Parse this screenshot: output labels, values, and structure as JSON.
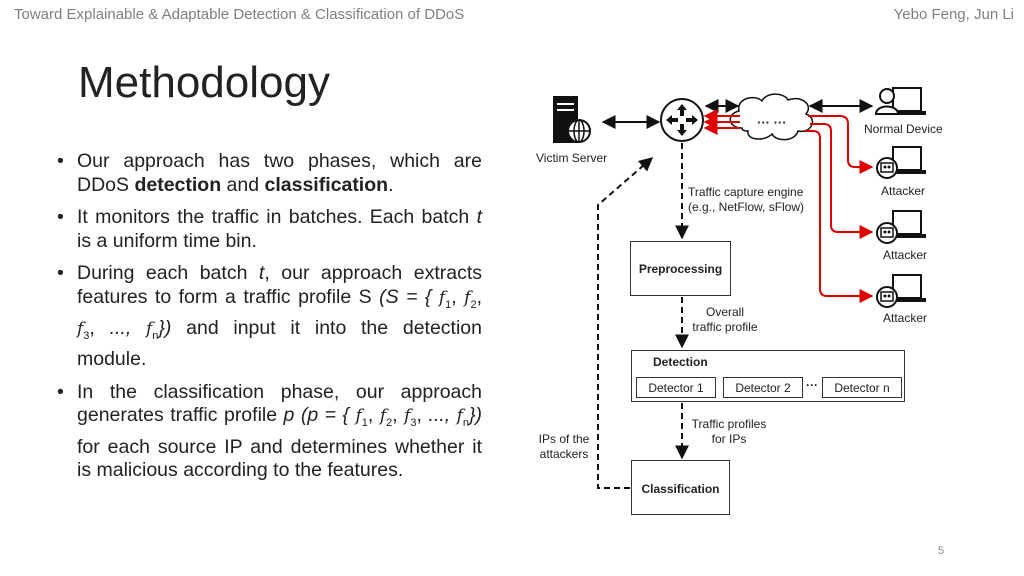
{
  "header": {
    "left": "Toward Explainable & Adaptable Detection & Classification of DDoS",
    "right": "Yebo Feng, Jun Li"
  },
  "title": "Methodology",
  "bullets": {
    "b1_pre": "Our approach has two phases, which are DDoS ",
    "b1_bold1": "detection",
    "b1_mid": " and ",
    "b1_bold2": "classification",
    "b1_post": ".",
    "b2_pre": "It monitors the traffic in batches. Each batch ",
    "b2_var": "t",
    "b2_post": " is a uniform time bin.",
    "b3_pre": "During each batch ",
    "b3_var": "t",
    "b3_mid": ", our approach extracts features to form a traffic profile S ",
    "b3_set_open": "(S = { ",
    "b3_set_close": "})",
    "b3_post": " and input it into the detection module.",
    "b4_pre": "In the classification phase, our approach generates traffic profile ",
    "b4_var": "p",
    "b4_set_open": " (p = { ",
    "b4_set_close": "})",
    "b4_post": " for each source IP and determines whether it is malicious according to the features.",
    "f": "f",
    "sub1": "1",
    "sub2": "2",
    "sub3": "3",
    "subn": "n",
    "sep": ", ",
    "ellipsis": "..., "
  },
  "diagram": {
    "victim_server": "Victim Server",
    "cloud_text": "··· ···",
    "normal_device": "Normal Device",
    "attacker": "Attacker",
    "capture_engine_l1": "Traffic capture engine",
    "capture_engine_l2": "(e.g., NetFlow, sFlow)",
    "preprocessing": "Preprocessing",
    "overall_l1": "Overall",
    "overall_l2": "traffic profile",
    "detection": "Detection",
    "detector_1": "Detector 1",
    "detector_2": "Detector 2",
    "detector_dots": "···",
    "detector_n": "Detector n",
    "traffic_profiles_l1": "Traffic profiles",
    "traffic_profiles_l2": "for IPs",
    "ips_l1": "IPs of the",
    "ips_l2": "attackers",
    "classification": "Classification"
  },
  "colors": {
    "attack": "#e00000",
    "line": "#111111"
  },
  "page_number": "5"
}
